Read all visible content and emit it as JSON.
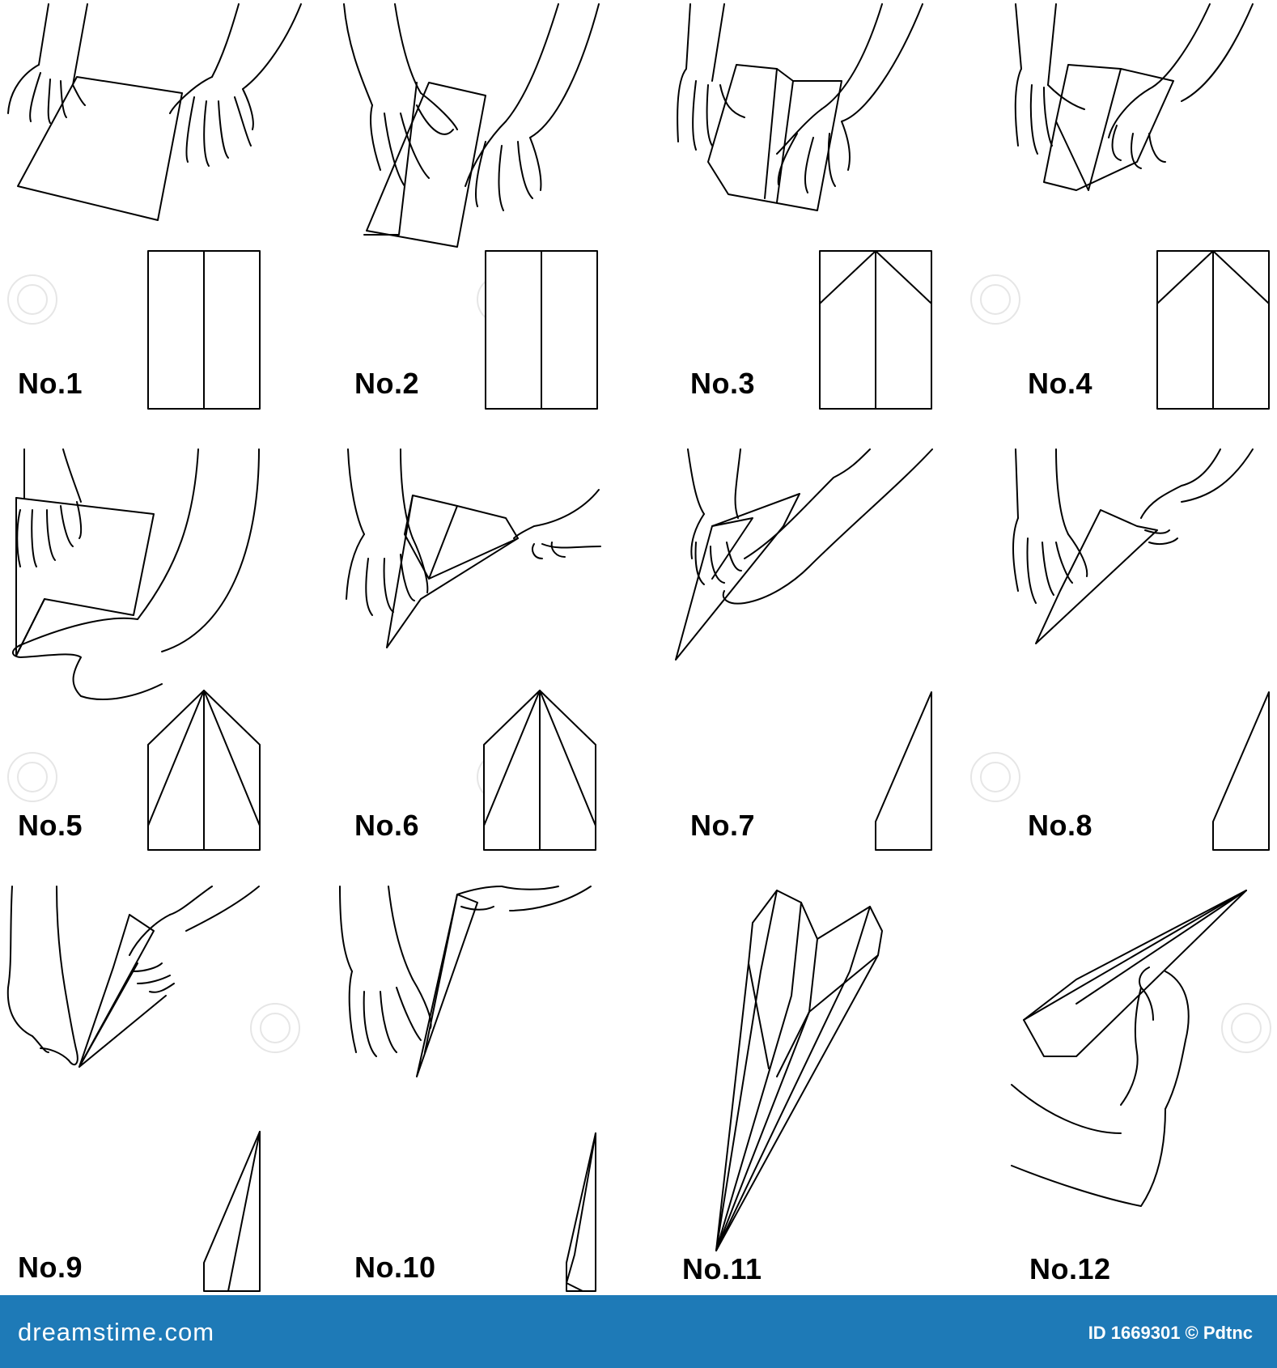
{
  "steps": [
    {
      "label": "No.1"
    },
    {
      "label": "No.2"
    },
    {
      "label": "No.3"
    },
    {
      "label": "No.4"
    },
    {
      "label": "No.5"
    },
    {
      "label": "No.6"
    },
    {
      "label": "No.7"
    },
    {
      "label": "No.8"
    },
    {
      "label": "No.9"
    },
    {
      "label": "No.10"
    },
    {
      "label": "No.11"
    },
    {
      "label": "No.12"
    }
  ],
  "footer": {
    "site": "dreamstime.com",
    "id_text": "ID 1669301 © Pdtnc",
    "background": "#1e7ab7"
  },
  "colors": {
    "line": "#000000",
    "background": "#ffffff"
  }
}
